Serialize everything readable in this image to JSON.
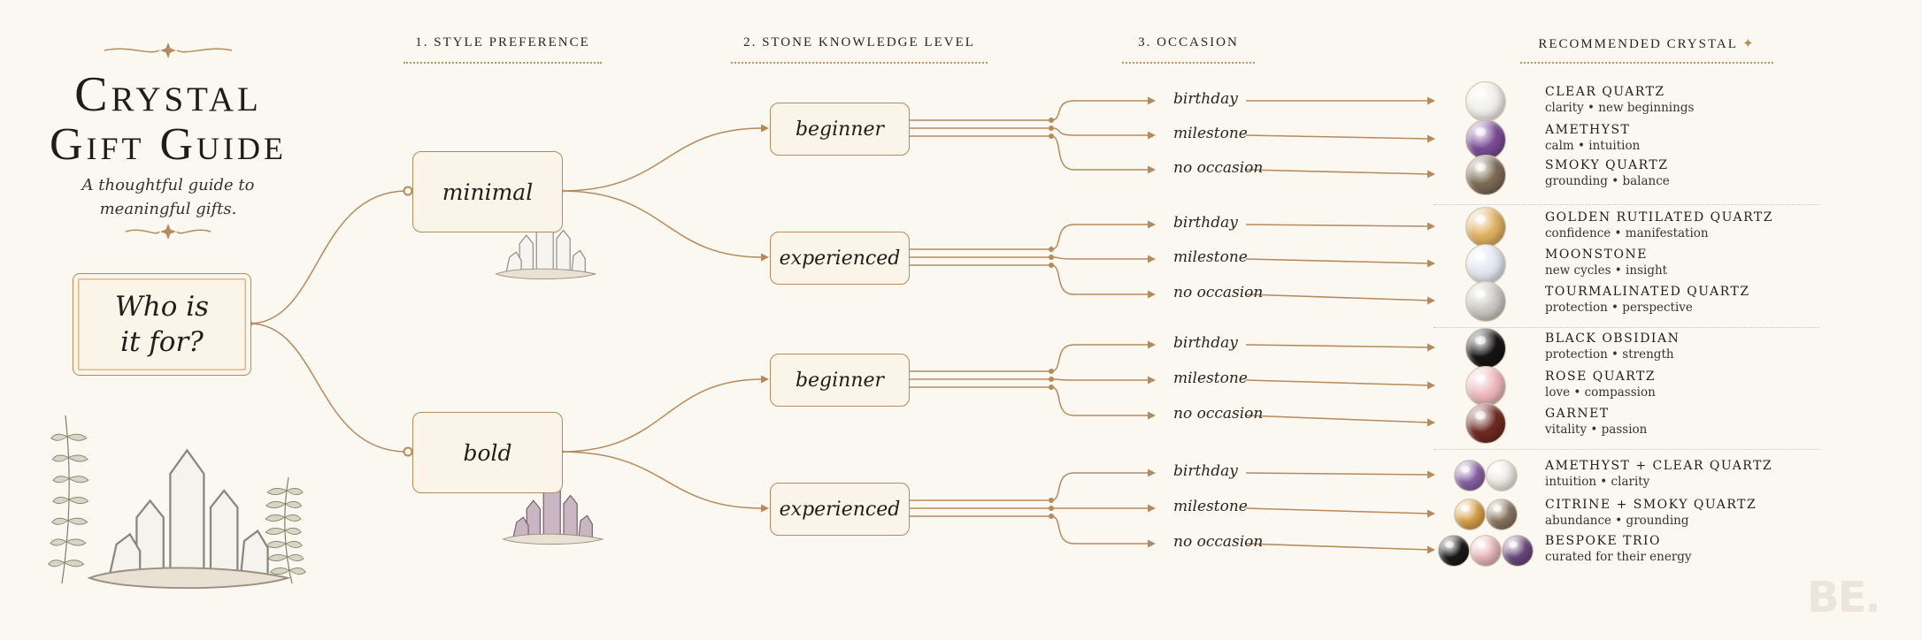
{
  "title": {
    "line1": "Crystal",
    "line2": "Gift Guide"
  },
  "subtitle": {
    "line1": "A thoughtful guide to",
    "line2": "meaningful gifts."
  },
  "columns": {
    "style": "1. Style Preference",
    "knowledge": "2. Stone Knowledge Level",
    "occasion": "3. Occasion",
    "recommended": "Recommended Crystal"
  },
  "root": {
    "line1": "Who is",
    "line2": "it for?"
  },
  "styles": [
    "minimal",
    "bold"
  ],
  "levels": [
    "beginner",
    "experienced",
    "beginner",
    "experienced"
  ],
  "occasions": [
    "birthday",
    "milestone",
    "no occasion"
  ],
  "recommendations": [
    {
      "name": "Clear Quartz",
      "desc": "clarity • new beginnings",
      "colors": [
        "#efeeea"
      ]
    },
    {
      "name": "Amethyst",
      "desc": "calm • intuition",
      "colors": [
        "#7a4c95"
      ]
    },
    {
      "name": "Smoky Quartz",
      "desc": "grounding • balance",
      "colors": [
        "#7c6a55"
      ]
    },
    {
      "name": "Golden Rutilated Quartz",
      "desc": "confidence • manifestation",
      "colors": [
        "#e0b060"
      ]
    },
    {
      "name": "Moonstone",
      "desc": "new cycles • insight",
      "colors": [
        "#dfe6ee"
      ]
    },
    {
      "name": "Tourmalinated Quartz",
      "desc": "protection • perspective",
      "colors": [
        "#c9c8c4"
      ]
    },
    {
      "name": "Black Obsidian",
      "desc": "protection • strength",
      "colors": [
        "#161414"
      ]
    },
    {
      "name": "Rose Quartz",
      "desc": "love • compassion",
      "colors": [
        "#eeb8bd"
      ]
    },
    {
      "name": "Garnet",
      "desc": "vitality • passion",
      "colors": [
        "#6e2a22"
      ]
    },
    {
      "name": "Amethyst + Clear Quartz",
      "desc": "intuition • clarity",
      "colors": [
        "#8a63a6",
        "#ecebe6"
      ]
    },
    {
      "name": "Citrine + Smoky Quartz",
      "desc": "abundance • grounding",
      "colors": [
        "#d9a24a",
        "#8a7660"
      ]
    },
    {
      "name": "Bespoke Trio",
      "desc": "curated for their energy",
      "colors": [
        "#1a1818",
        "#eab9c0",
        "#6a4a7e"
      ]
    }
  ],
  "accent": "#b68a5a",
  "logo": "BE."
}
